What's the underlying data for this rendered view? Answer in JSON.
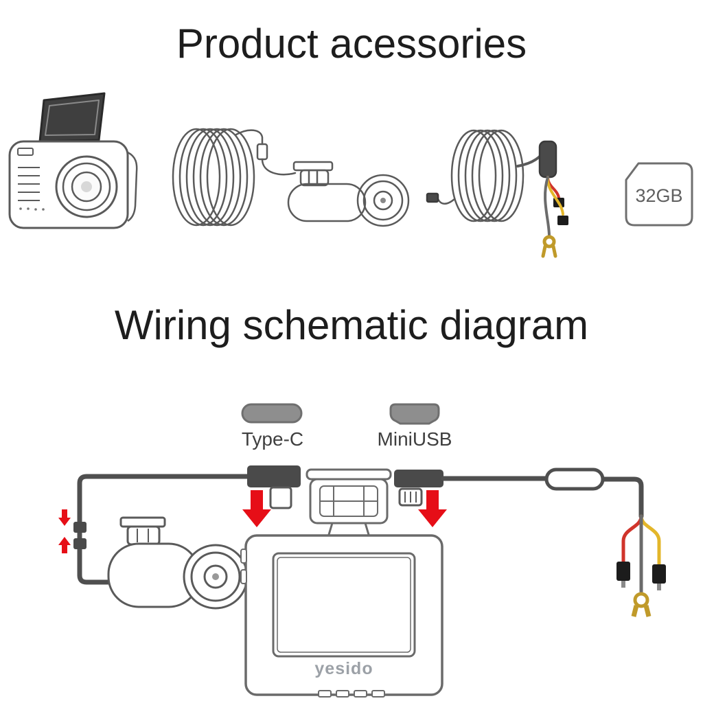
{
  "accessories": {
    "title": "Product acessories",
    "memory_card_label": "32GB",
    "items": [
      {
        "name": "dash-cam"
      },
      {
        "name": "rear-camera-with-coiled-cable"
      },
      {
        "name": "hardwire-kit-with-coiled-cable"
      },
      {
        "name": "micro-sd-card"
      }
    ]
  },
  "wiring": {
    "title": "Wiring schematic diagram",
    "connectors": [
      {
        "label": "Type-C"
      },
      {
        "label": "MiniUSB"
      }
    ],
    "brand": "yesido"
  },
  "colors": {
    "line_gray": "#5a5a5a",
    "dark_fill": "#4a4a4a",
    "icon_gray": "#8e8e8e",
    "icon_outline": "#6f6f6f",
    "arrow_red": "#e60e17",
    "wire_red": "#d0342b",
    "wire_yellow": "#e3b62a",
    "wire_ground": "#6b6b6b",
    "fork_gold": "#c09a2a",
    "tap_black": "#1c1c1c"
  }
}
